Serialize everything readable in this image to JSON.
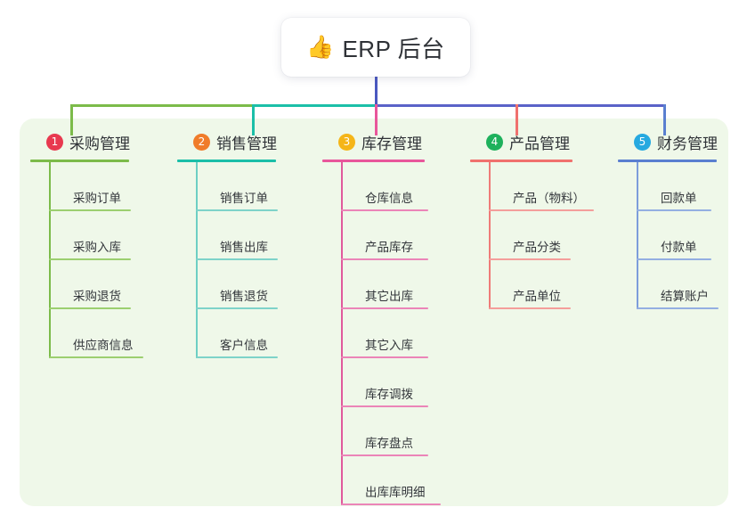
{
  "root": {
    "icon": "thumbs-up-icon",
    "icon_glyph": "👍",
    "title": "ERP 后台"
  },
  "panel": {
    "background": "#eff8e9"
  },
  "connectors": {
    "stem_color": "#4a58c0",
    "segments": [
      {
        "name": "bar-left-green",
        "color": "#7cbb4a"
      },
      {
        "name": "bar-mid-teal",
        "color": "#1bbfa8"
      },
      {
        "name": "bar-right-blue",
        "color": "#5a63c8"
      }
    ],
    "drops": [
      {
        "name": "drop-col-1",
        "color": "#7cbb4a"
      },
      {
        "name": "drop-col-2",
        "color": "#1bbfa8"
      },
      {
        "name": "drop-col-3",
        "color": "#e8569b"
      },
      {
        "name": "drop-col-4",
        "color": "#f0716e"
      },
      {
        "name": "drop-col-5",
        "color": "#5a7fd0"
      }
    ]
  },
  "columns": [
    {
      "number": "1",
      "badge_color": "#e8394f",
      "accent": "#7cbb4a",
      "title": "采购管理",
      "items": [
        {
          "label": "采购订单",
          "rule_width": 92
        },
        {
          "label": "采购入库",
          "rule_width": 92
        },
        {
          "label": "采购退货",
          "rule_width": 92
        },
        {
          "label": "供应商信息",
          "rule_width": 106
        }
      ]
    },
    {
      "number": "2",
      "badge_color": "#f07c2a",
      "accent": "#1bbfa8",
      "title": "销售管理",
      "items": [
        {
          "label": "销售订单",
          "rule_width": 92
        },
        {
          "label": "销售出库",
          "rule_width": 92
        },
        {
          "label": "销售退货",
          "rule_width": 92
        },
        {
          "label": "客户信息",
          "rule_width": 92
        }
      ]
    },
    {
      "number": "3",
      "badge_color": "#f5b518",
      "accent": "#e8569b",
      "title": "库存管理",
      "items": [
        {
          "label": "仓库信息",
          "rule_width": 98
        },
        {
          "label": "产品库存",
          "rule_width": 98
        },
        {
          "label": "其它出库",
          "rule_width": 98
        },
        {
          "label": "其它入库",
          "rule_width": 98
        },
        {
          "label": "库存调拨",
          "rule_width": 98
        },
        {
          "label": "库存盘点",
          "rule_width": 98
        },
        {
          "label": "出库库明细",
          "rule_width": 112
        }
      ]
    },
    {
      "number": "4",
      "badge_color": "#1eb15c",
      "accent": "#f0716e",
      "title": "产品管理",
      "items": [
        {
          "label": "产品（物料）",
          "rule_width": 118
        },
        {
          "label": "产品分类",
          "rule_width": 92
        },
        {
          "label": "产品单位",
          "rule_width": 92
        }
      ]
    },
    {
      "number": "5",
      "badge_color": "#26a9e0",
      "accent": "#5a7fd0",
      "title": "财务管理",
      "items": [
        {
          "label": "回款单",
          "rule_width": 84
        },
        {
          "label": "付款单",
          "rule_width": 84
        },
        {
          "label": "结算账户",
          "rule_width": 92
        }
      ]
    }
  ]
}
